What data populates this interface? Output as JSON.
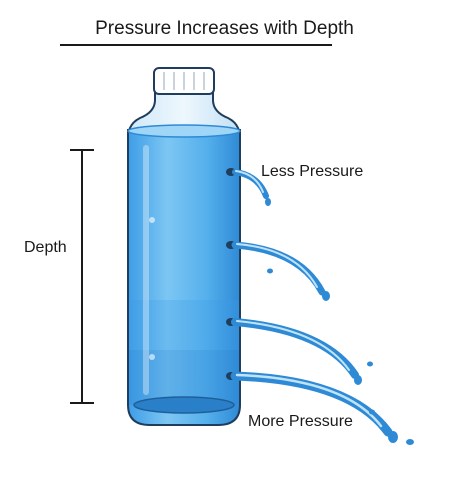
{
  "diagram": {
    "title": "Pressure Increases with Depth",
    "depth_label": "Depth",
    "top_hole_label": "Less Pressure",
    "bottom_hole_label": "More Pressure"
  },
  "colors": {
    "water": "#55aeea",
    "water_dark": "#2f8ad6",
    "outline": "#1f3d5c",
    "cap": "#ffffff",
    "text": "#1a1a1a"
  }
}
